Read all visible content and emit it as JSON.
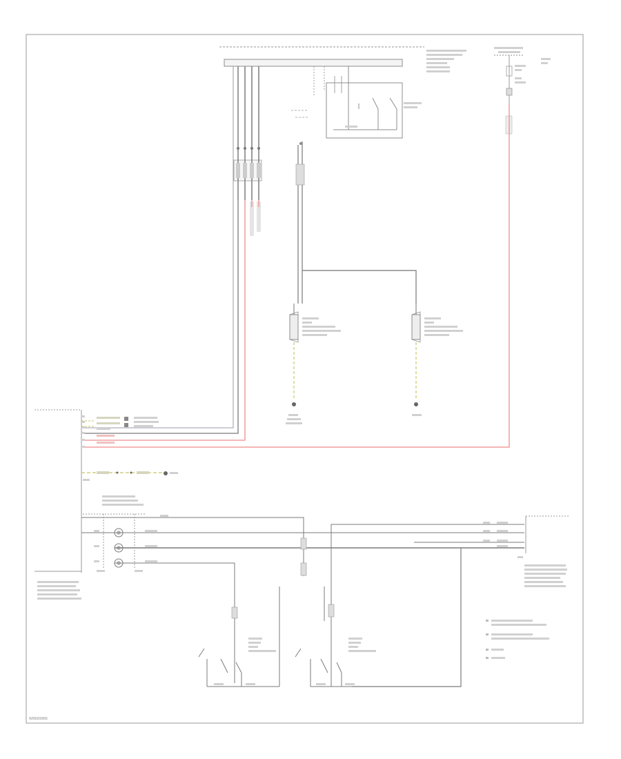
{
  "diagram_id": "W00000006",
  "colors": {
    "frame": "#9a9a9a",
    "wire": "#7a7a7a",
    "power_wire": "#f08a8a",
    "signal_wire": "#c8c860",
    "dash_wire": "#a0a0a0",
    "label_text": "#777777"
  },
  "components": [
    {
      "id": "bus-bar",
      "lines": []
    },
    {
      "id": "steering-module",
      "lines": []
    },
    {
      "id": "fuse-box",
      "lines": []
    },
    {
      "id": "left-horn",
      "lines": []
    },
    {
      "id": "right-horn",
      "lines": []
    },
    {
      "id": "steering-column-module",
      "lines": []
    },
    {
      "id": "clock-spring",
      "lines": []
    },
    {
      "id": "multifunction-module",
      "lines": []
    },
    {
      "id": "left-switch",
      "lines": []
    },
    {
      "id": "right-switch",
      "lines": []
    },
    {
      "id": "legend",
      "lines": []
    }
  ],
  "grounds": [
    {
      "id": "ground-left-horn",
      "label": ""
    },
    {
      "id": "ground-right-horn",
      "label": ""
    },
    {
      "id": "ground-module",
      "label": ""
    }
  ]
}
